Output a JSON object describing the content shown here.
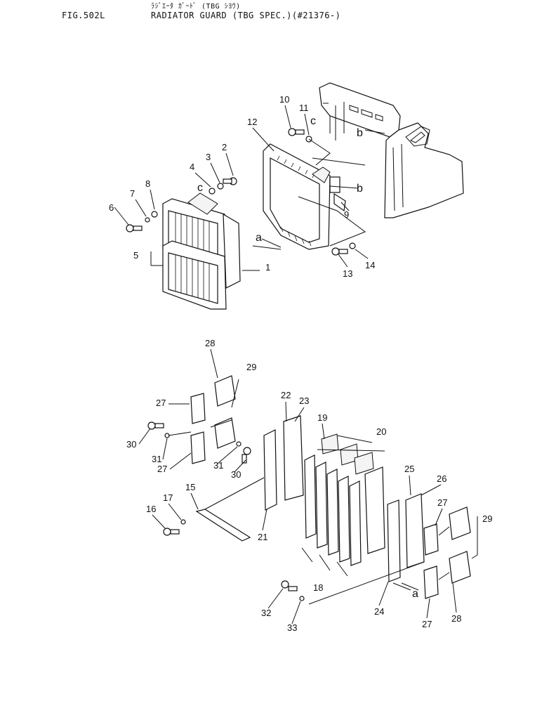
{
  "header": {
    "fig_label": "FIG.502L",
    "title_jp": "ﾗｼﾞｴｰﾀ ｶﾞｰﾄﾞ (TBG ｼﾖｳ)",
    "title_en": "RADIATOR GUARD (TBG SPEC.)(#21376-)"
  },
  "callouts": [
    "1",
    "2",
    "3",
    "4",
    "5",
    "6",
    "7",
    "8",
    "9",
    "10",
    "11",
    "12",
    "13",
    "14",
    "15",
    "16",
    "17",
    "18",
    "19",
    "20",
    "21",
    "22",
    "23",
    "24",
    "25",
    "26",
    "27",
    "28",
    "29",
    "30",
    "31",
    "32",
    "33"
  ],
  "ref_letters": [
    "a",
    "b",
    "c"
  ]
}
